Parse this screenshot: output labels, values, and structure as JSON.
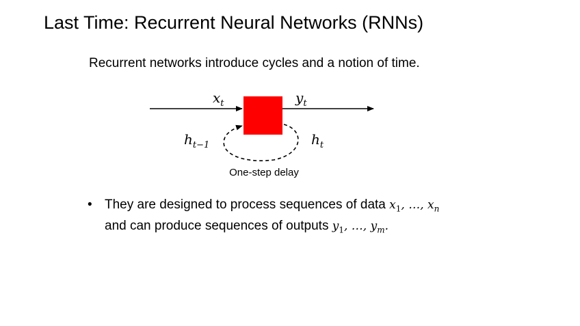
{
  "slide": {
    "title": "Last Time: Recurrent Neural Networks (RNNs)",
    "subtitle": "Recurrent networks introduce cycles and a notion of time."
  },
  "diagram": {
    "input_label": "x",
    "input_sub": "t",
    "output_label": "y",
    "output_sub": "t",
    "prev_hidden_label": "h",
    "prev_hidden_sub": "t−1",
    "hidden_label": "h",
    "hidden_sub": "t",
    "delay_caption": "One-step delay",
    "box_color": "#ff0000"
  },
  "bullets": [
    {
      "line1_text": "They are designed to process sequences of data ",
      "line1_math": [
        "x",
        "1",
        ", …, ",
        "x",
        "n"
      ],
      "line2_text": "and can produce sequences of outputs ",
      "line2_math": [
        "y",
        "1",
        ", …, ",
        "y",
        "m",
        "."
      ]
    }
  ]
}
